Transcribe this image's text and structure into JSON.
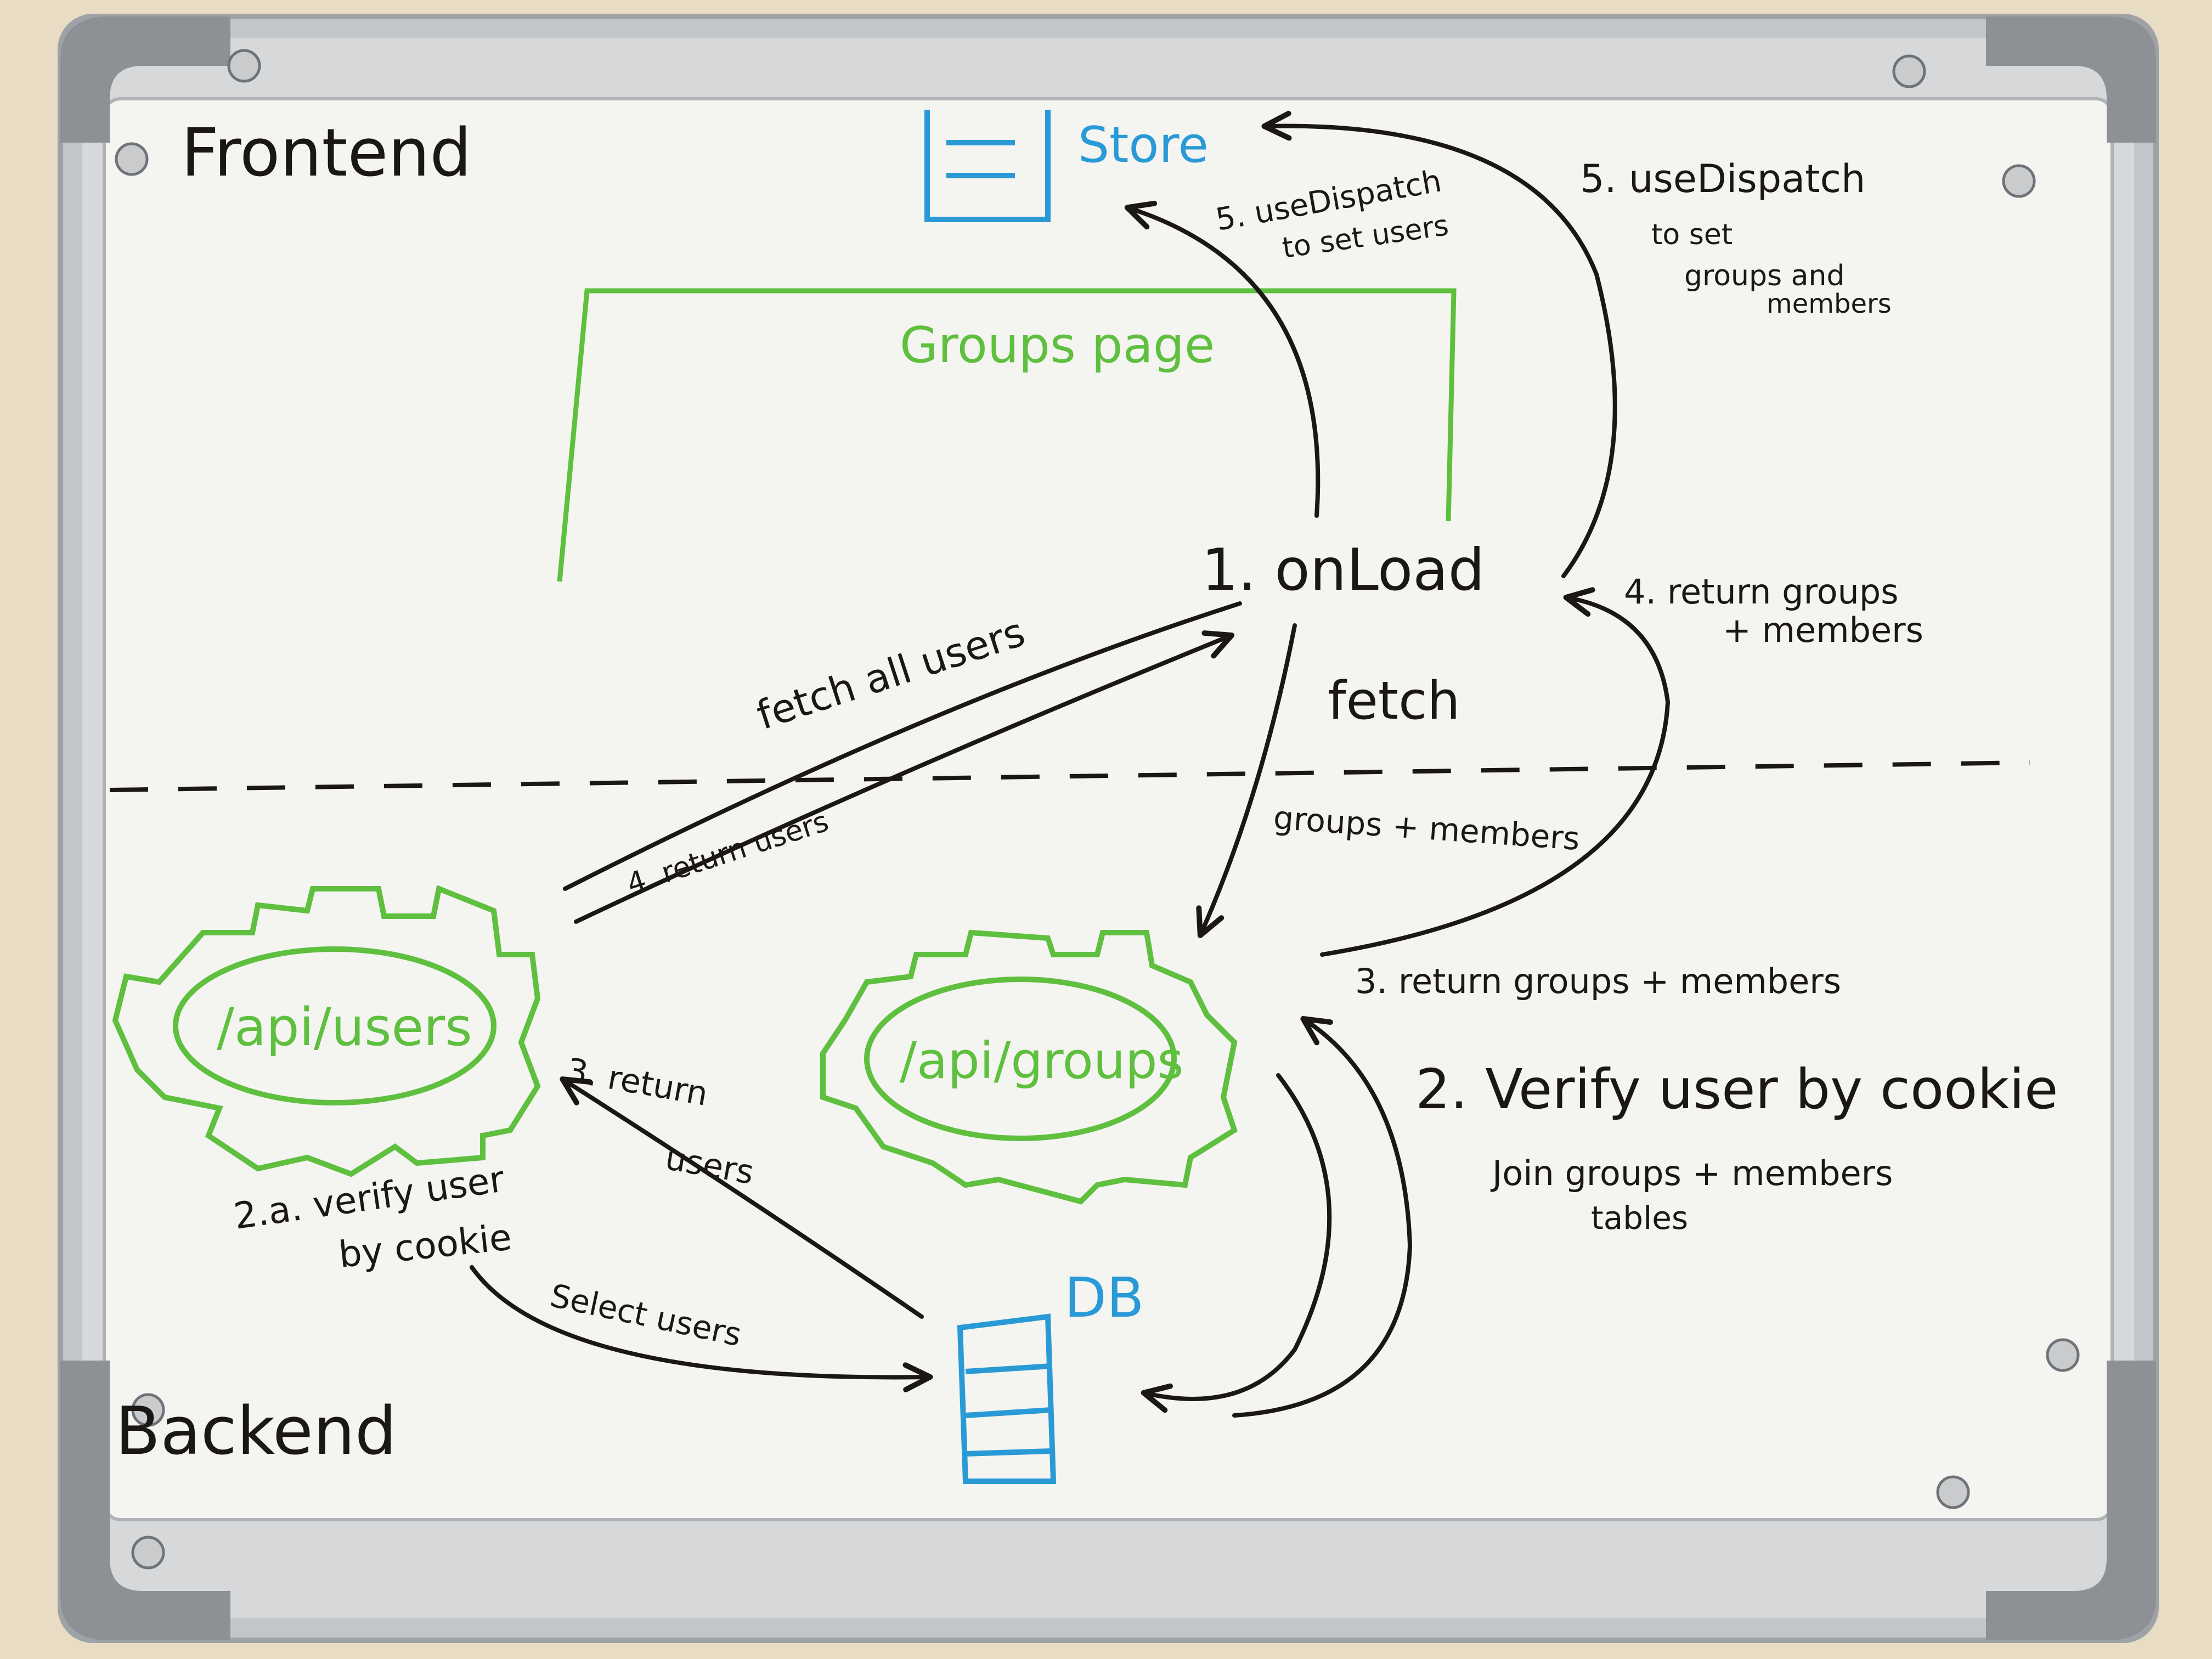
{
  "sections": {
    "frontend": "Frontend",
    "backend": "Backend"
  },
  "nodes": {
    "store": "Store",
    "groups_page": "Groups page",
    "onload": "1. onLoad",
    "api_users": "/api/users",
    "api_groups": "/api/groups",
    "db": "DB"
  },
  "edges": {
    "fetch_all_users": "fetch all users",
    "return_users_4": "4. return users",
    "fetch": "fetch",
    "groups_members": "groups + members",
    "return_groups_members_4_line1": "4. return groups",
    "return_groups_members_4_line2": "+ members",
    "use_dispatch_users_line1": "5. useDispatch",
    "use_dispatch_users_line2": "to set users",
    "use_dispatch_groups_line1": "5. useDispatch",
    "use_dispatch_groups_line2": "to set",
    "use_dispatch_groups_line3": "groups and",
    "use_dispatch_groups_line4": "members",
    "return_users_3_line1": "3. return",
    "return_users_3_line2": "users",
    "verify_user_2a_line1": "2.a. verify user",
    "verify_user_2a_line2": "by cookie",
    "select_users": "Select users",
    "return_groups_members_3": "3. return groups + members",
    "verify_user_2": "2. Verify user by cookie",
    "join_tables_line1": "Join groups + members",
    "join_tables_line2": "tables"
  },
  "colors": {
    "ink_black": "#1b1714",
    "ink_green": "#5fbf3f",
    "ink_blue": "#2a9ad6",
    "board": "#f4f4f1",
    "frame": "#b9bcbf",
    "corner": "#8d9094"
  }
}
